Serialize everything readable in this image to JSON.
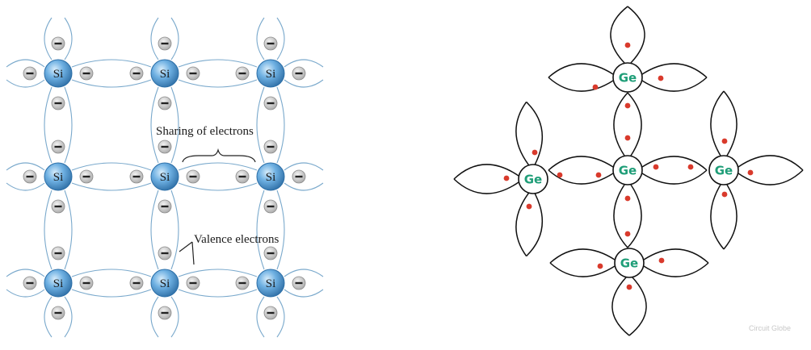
{
  "silicon": {
    "atom_symbol": "Si",
    "annotation_sharing": "Sharing of electrons",
    "annotation_valence": "Valence electrons",
    "colors": {
      "atom": "#5ea6dd",
      "atom_dark": "#2c6fa8",
      "bond": "#7aa9cc",
      "electron": "#b9b9b9"
    }
  },
  "germanium": {
    "atom_symbol": "Ge",
    "colors": {
      "label": "#1f9e78",
      "electron": "#d93a2c",
      "lobe": "#111111"
    }
  },
  "watermark": "Circuit Globe"
}
